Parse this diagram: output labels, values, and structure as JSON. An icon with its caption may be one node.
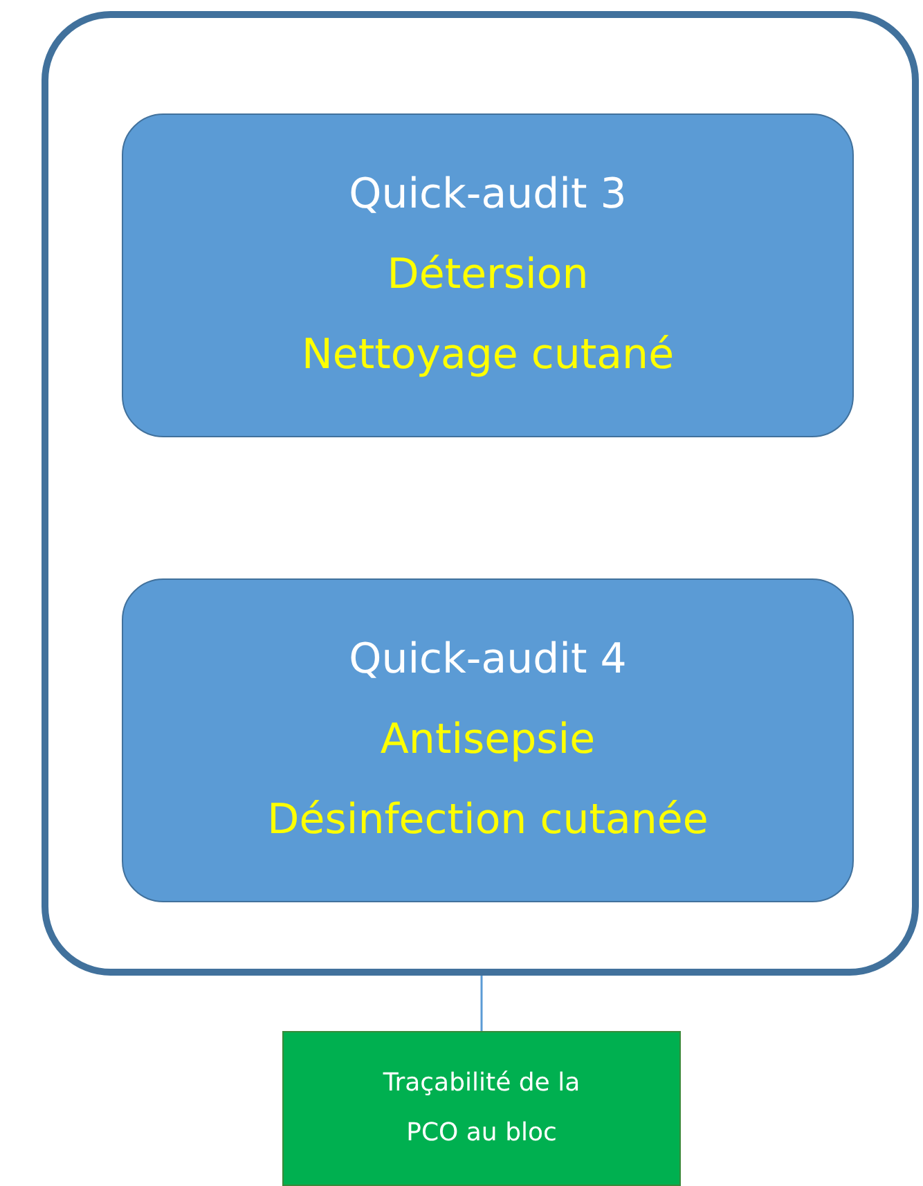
{
  "diagram": {
    "nodes": [
      {
        "text": [],
        "shape": "box"
      },
      {
        "text": [
          "Quick-audit 3",
          "Détersion",
          "Nettoyage cutané"
        ],
        "in": 0
      },
      {
        "text": [
          "Quick-audit 4",
          "Antisepsie",
          "Désinfection cutanée"
        ],
        "in": 0
      },
      {
        "text": [
          "Traçabilité de la PCO au bloc"
        ]
      }
    ],
    "edges": [
      {
        "from": 0,
        "to": 3,
        "arrow": "none"
      }
    ]
  }
}
